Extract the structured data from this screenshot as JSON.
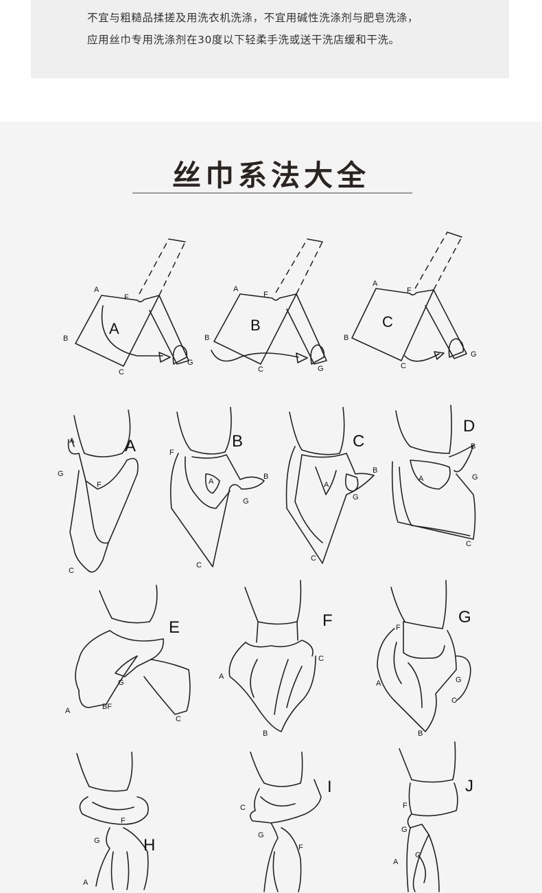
{
  "care": {
    "line1": "不宜与粗糙品揉搓及用洗衣机洗涤，不宜用碱性洗涤剂与肥皂洗涤，",
    "line2": "应用丝巾专用洗涤剂在30度以下轻柔手洗或送干洗店缓和干洗。"
  },
  "guide": {
    "title": "丝巾系法大全",
    "fold": [
      {
        "id": "A",
        "pts": [
          "A",
          "F",
          "B",
          "C",
          "G"
        ]
      },
      {
        "id": "B",
        "pts": [
          "A",
          "F",
          "B",
          "C",
          "G"
        ]
      },
      {
        "id": "C",
        "pts": [
          "A",
          "F",
          "B",
          "C",
          "G"
        ]
      }
    ],
    "styles": [
      {
        "id": "A",
        "pts": [
          "A",
          "G",
          "F",
          "C"
        ]
      },
      {
        "id": "B",
        "pts": [
          "F",
          "A",
          "B",
          "G",
          "C"
        ]
      },
      {
        "id": "C",
        "pts": [
          "A",
          "B",
          "G",
          "C"
        ]
      },
      {
        "id": "D",
        "pts": [
          "B",
          "A",
          "G",
          "C"
        ]
      },
      {
        "id": "E",
        "pts": [
          "G",
          "A",
          "BF",
          "C"
        ]
      },
      {
        "id": "F",
        "pts": [
          "C",
          "A",
          "B"
        ]
      },
      {
        "id": "G",
        "pts": [
          "F",
          "A",
          "G",
          "C",
          "B"
        ]
      },
      {
        "id": "H",
        "pts": [
          "F",
          "G",
          "A"
        ]
      },
      {
        "id": "I",
        "pts": [
          "C",
          "G",
          "F"
        ]
      },
      {
        "id": "J",
        "pts": [
          "F",
          "G",
          "C",
          "A"
        ]
      }
    ]
  }
}
